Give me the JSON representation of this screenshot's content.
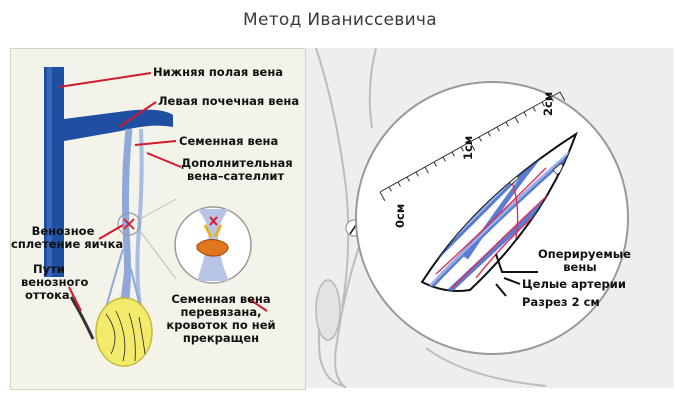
{
  "title": "Метод Иваниссевича",
  "left_labels": {
    "ivc": "Нижняя полая вена",
    "renal": "Левая почечная вена",
    "testicular": "Семенная вена",
    "accessory_1": "Дополнительная",
    "accessory_2": "вена–сателлит",
    "plexus_1": "Венозное",
    "plexus_2": "сплетение яичка",
    "outflow_1": "Пути",
    "outflow_2": "венозного",
    "outflow_3": "оттока",
    "ligated_1": "Семенная вена",
    "ligated_2": "перевязана,",
    "ligated_3": "кровоток по ней",
    "ligated_4": "прекращен"
  },
  "ruler": {
    "zero": "0см",
    "one": "1см",
    "two": "2см"
  },
  "right_labels": {
    "operated_1": "Оперируемые",
    "operated_2": "вены",
    "arteries": "Целые артерии",
    "incision": "Разрез 2 см"
  },
  "colors": {
    "vein": "#1f4fa3",
    "vein_light": "#6f8fd8",
    "pointer": "#d11a2a",
    "artery": "#e0305a",
    "testis": "#f2ea6a"
  }
}
